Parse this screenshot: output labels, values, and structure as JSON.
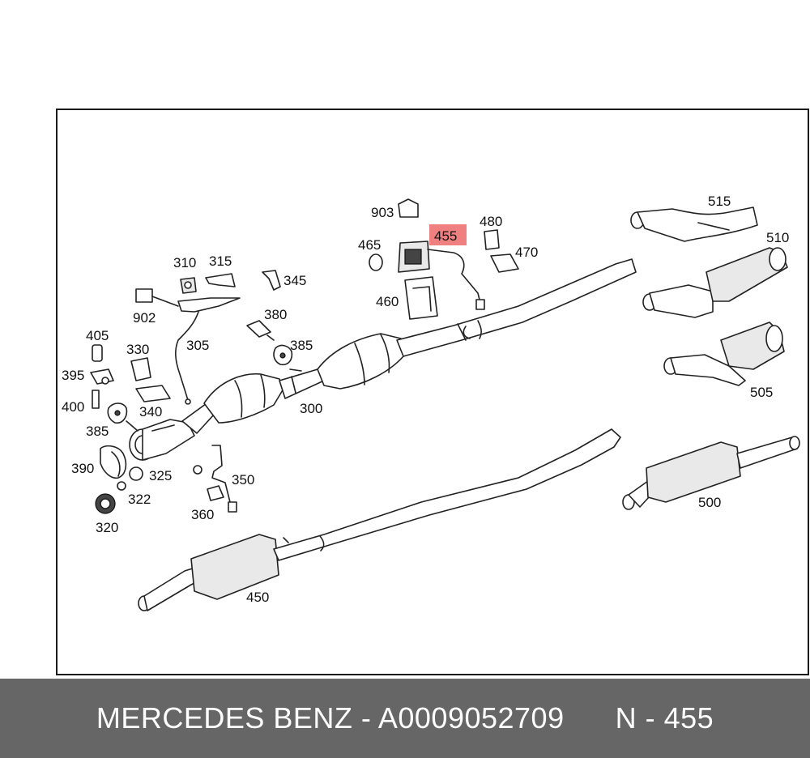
{
  "diagram": {
    "highlight_color": "#f07f7f",
    "highlighted_part": "455",
    "labels": {
      "p300": "300",
      "p305": "305",
      "p310": "310",
      "p315": "315",
      "p320": "320",
      "p322": "322",
      "p325": "325",
      "p330": "330",
      "p340": "340",
      "p345": "345",
      "p350": "350",
      "p360": "360",
      "p380": "380",
      "p385a": "385",
      "p385b": "385",
      "p390": "390",
      "p395": "395",
      "p400": "400",
      "p405": "405",
      "p450": "450",
      "p455": "455",
      "p460": "460",
      "p465": "465",
      "p470": "470",
      "p480": "480",
      "p500": "500",
      "p505": "505",
      "p510": "510",
      "p515": "515",
      "p902": "902",
      "p903": "903"
    }
  },
  "caption": {
    "text": "MERCEDES BENZ - A0009052709      N - 455",
    "background": "#666666"
  }
}
